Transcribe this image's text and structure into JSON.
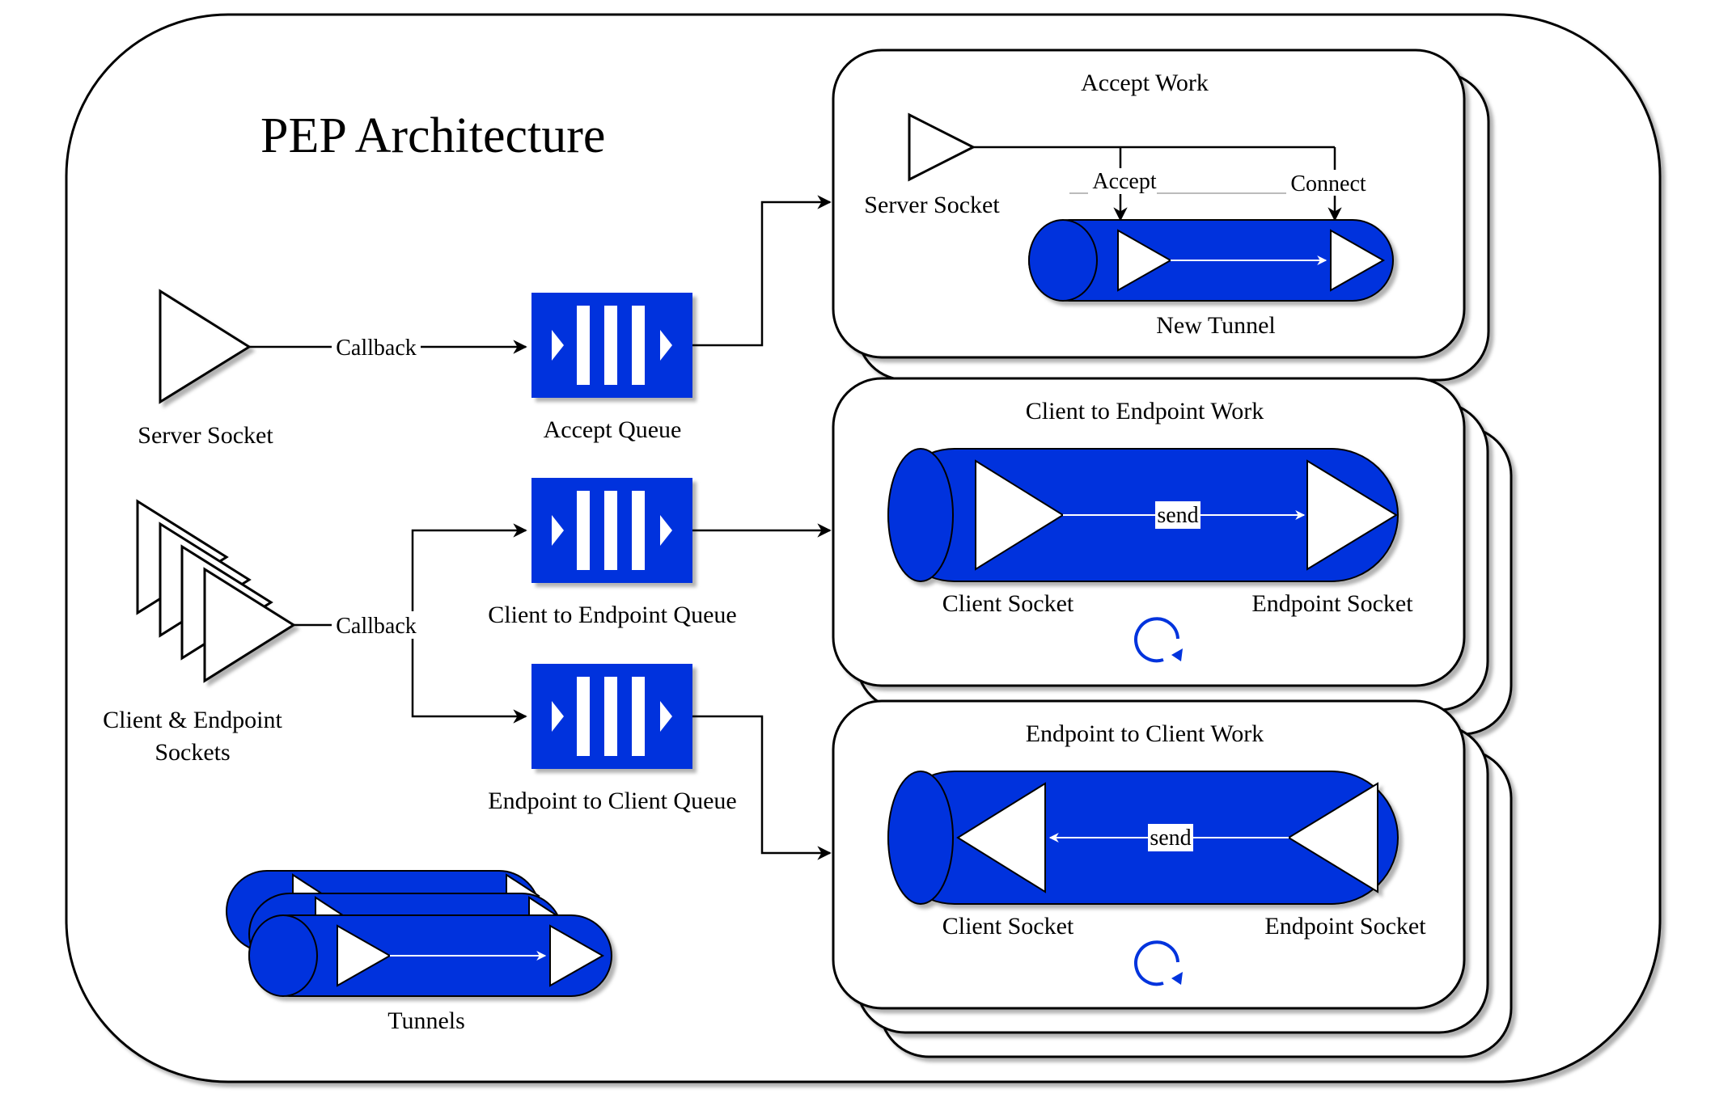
{
  "diagram": {
    "title": "PEP Architecture",
    "nodes": {
      "server_socket": "Server Socket",
      "client_endpoint_sockets_line1": "Client & Endpoint",
      "client_endpoint_sockets_line2": "Sockets",
      "tunnels": "Tunnels",
      "accept_queue": "Accept Queue",
      "client_to_endpoint_queue": "Client to Endpoint Queue",
      "endpoint_to_client_queue": "Endpoint to Client Queue"
    },
    "edges": {
      "callback_server": "Callback",
      "callback_clients": "Callback"
    },
    "accept_work": {
      "title": "Accept Work",
      "server_socket": "Server Socket",
      "accept": "Accept",
      "connect": "Connect",
      "new_tunnel": "New Tunnel"
    },
    "c2e_work": {
      "title": "Client to Endpoint Work",
      "send": "send",
      "client_socket": "Client Socket",
      "endpoint_socket": "Endpoint Socket"
    },
    "e2c_work": {
      "title": "Endpoint to Client Work",
      "send": "send",
      "client_socket": "Client Socket",
      "endpoint_socket": "Endpoint Socket"
    }
  },
  "colors": {
    "blue": "#0033DD",
    "stroke": "#000000",
    "fill": "#FFFFFF"
  }
}
